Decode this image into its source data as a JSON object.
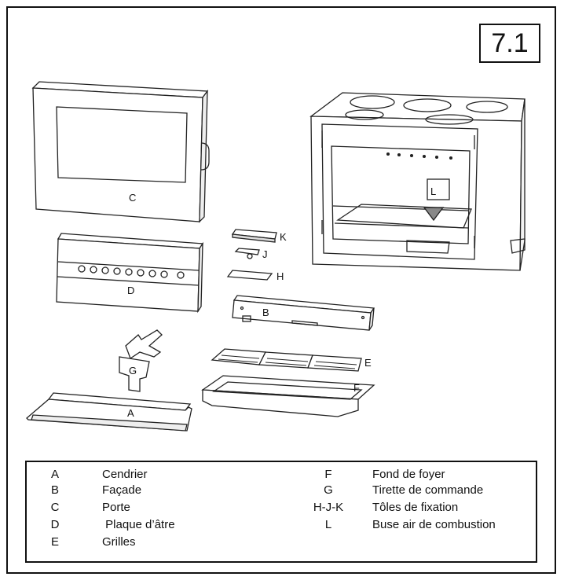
{
  "figure_number": "7.1",
  "callouts": {
    "A": "A",
    "B": "B",
    "C": "C",
    "D": "D",
    "E": "E",
    "F": "F",
    "G": "G",
    "H": "H",
    "J": "J",
    "K": "K",
    "L": "L"
  },
  "legend": {
    "left": [
      {
        "code": "A",
        "label": "Cendrier"
      },
      {
        "code": "B",
        "label": "Façade"
      },
      {
        "code": "C",
        "label": "Porte"
      },
      {
        "code": "D",
        "label": " Plaque d’âtre"
      },
      {
        "code": "E",
        "label": "Grilles"
      }
    ],
    "right": [
      {
        "code": "F",
        "label": "Fond de foyer"
      },
      {
        "code": "G",
        "label": "Tirette de commande"
      },
      {
        "code": "H-J-K",
        "label": "Tôles de fixation"
      },
      {
        "code": "L",
        "label": "Buse air de combustion"
      }
    ]
  }
}
